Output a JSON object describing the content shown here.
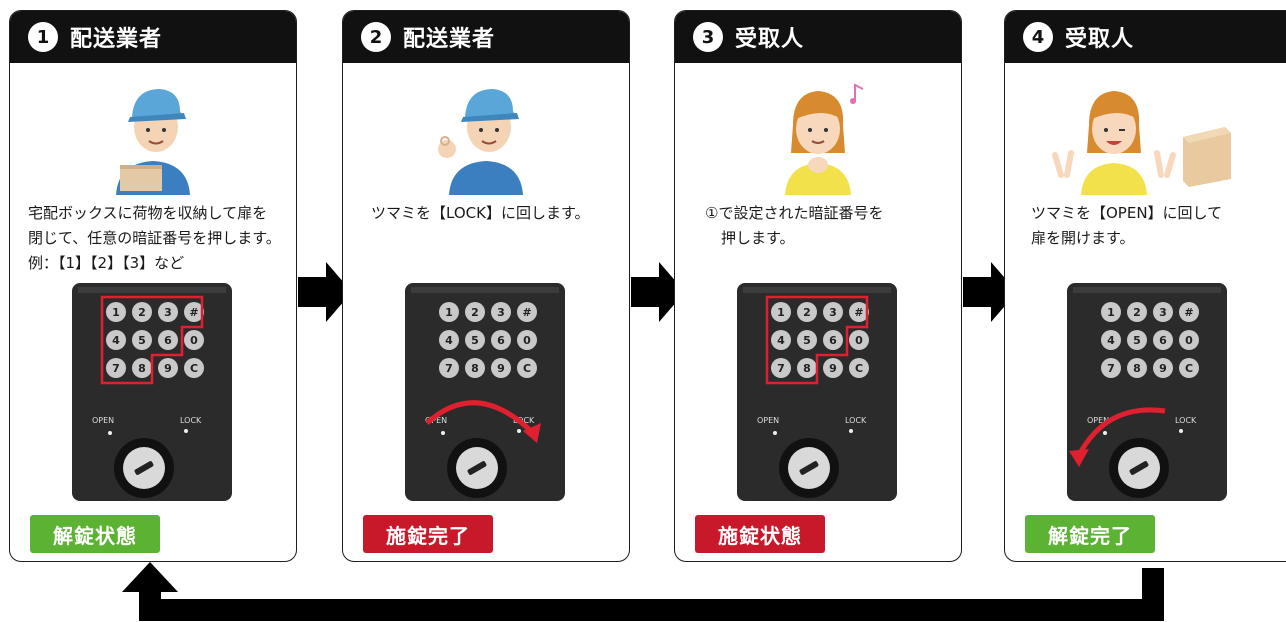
{
  "steps": [
    {
      "num": "1",
      "role": "配送業者",
      "desc": [
        "宅配ボックスに荷物を収納して扉を",
        "閉じて、任意の暗証番号を押します。",
        "例：【1】【2】【3】など"
      ],
      "badge": "解錠状態",
      "badge_color": "#5cb233",
      "lock_labels": {
        "open": "OPEN",
        "lock": "LOCK"
      }
    },
    {
      "num": "2",
      "role": "配送業者",
      "desc": [
        "ツマミを【LOCK】に回します。"
      ],
      "badge": "施錠完了",
      "badge_color": "#c8192a",
      "lock_labels": {
        "open": "OPEN",
        "lock": "LOCK"
      }
    },
    {
      "num": "3",
      "role": "受取人",
      "desc": [
        "①で設定された暗証番号を",
        "押します。"
      ],
      "badge": "施錠状態",
      "badge_color": "#c8192a",
      "lock_labels": {
        "open": "OPEN",
        "lock": "LOCK"
      }
    },
    {
      "num": "4",
      "role": "受取人",
      "desc": [
        "ツマミを【OPEN】に回して",
        "扉を開けます。"
      ],
      "badge": "解錠完了",
      "badge_color": "#5cb233",
      "lock_labels": {
        "open": "OPEN",
        "lock": "LOCK"
      }
    }
  ],
  "keypad_keys": [
    "1",
    "2",
    "3",
    "#",
    "4",
    "5",
    "6",
    "0",
    "7",
    "8",
    "9",
    "C"
  ],
  "colors": {
    "header": "#111111",
    "arrow": "#000000",
    "highlight": "#e0202e"
  }
}
